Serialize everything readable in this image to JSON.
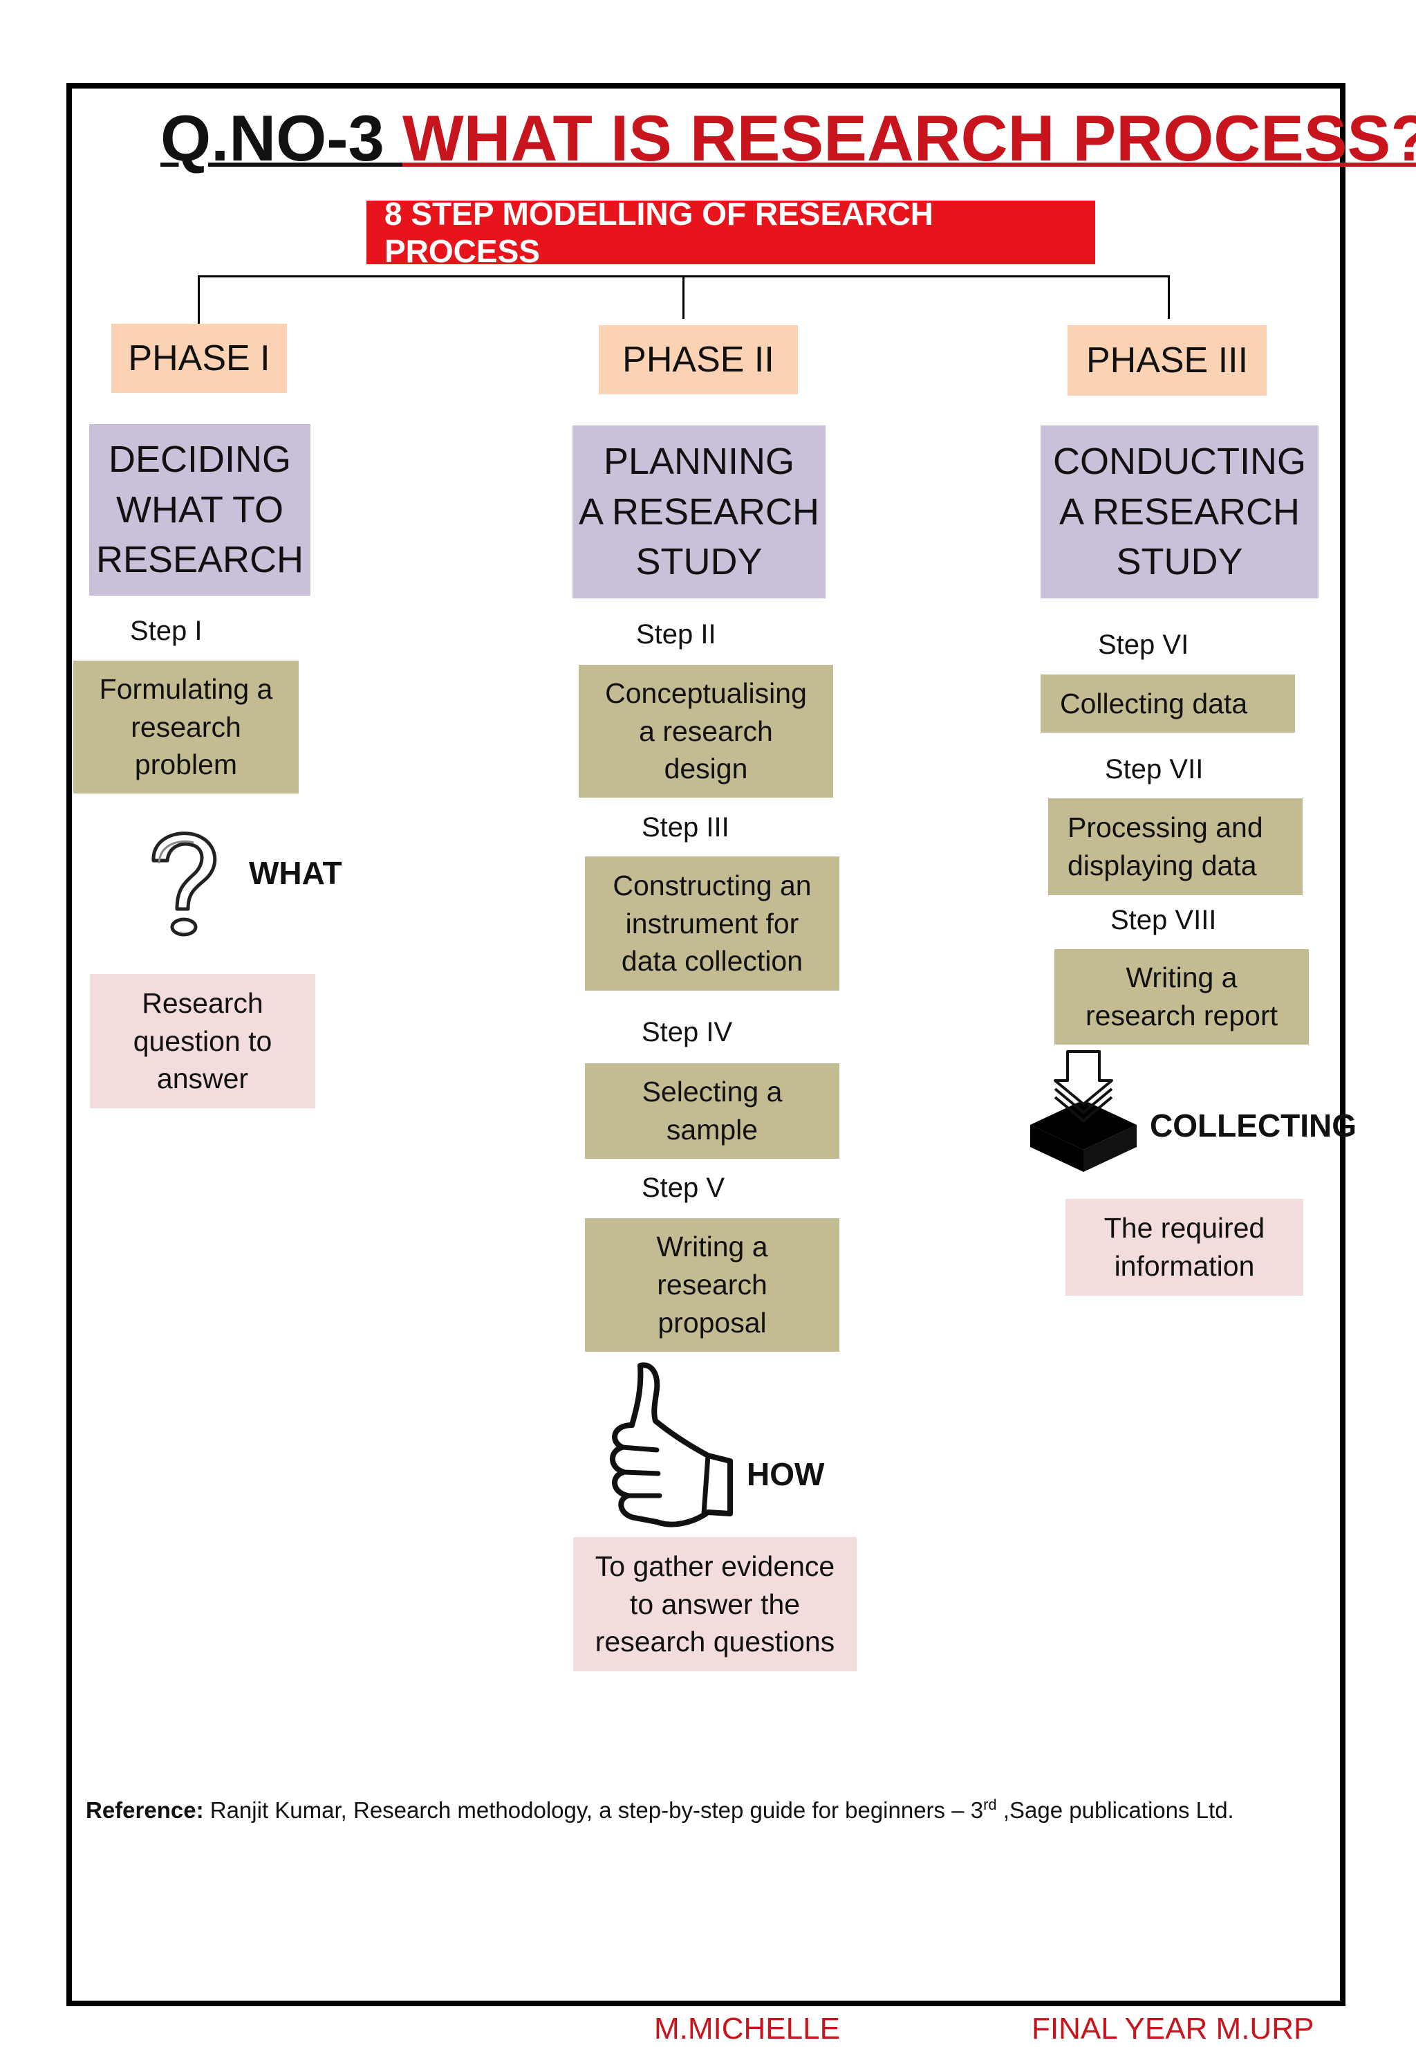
{
  "title": {
    "prefix": "Q.NO-3 ",
    "main": "WHAT IS RESEARCH PROCESS?"
  },
  "subtitle": "8 STEP MODELLING OF RESEARCH PROCESS",
  "phases": [
    {
      "label": "PHASE I",
      "stage": [
        "DECIDING",
        "WHAT TO",
        "RESEARCH"
      ],
      "steps": [
        {
          "label": "Step I",
          "text": [
            "Formulating a",
            "research",
            "problem"
          ]
        }
      ],
      "keyword": "WHAT",
      "icon": "question-mark-icon",
      "outcome": [
        "Research",
        "question to",
        "answer"
      ]
    },
    {
      "label": "PHASE II",
      "stage": [
        "PLANNING",
        "A RESEARCH",
        "STUDY"
      ],
      "steps": [
        {
          "label": "Step II",
          "text": [
            "Conceptualising",
            "a research",
            "design"
          ]
        },
        {
          "label": "Step III",
          "text": [
            "Constructing an",
            "instrument for",
            "data collection"
          ]
        },
        {
          "label": "Step IV",
          "text": [
            "Selecting a",
            "sample"
          ]
        },
        {
          "label": "Step V",
          "text": [
            "Writing a",
            "research",
            "proposal"
          ]
        }
      ],
      "keyword": "HOW",
      "icon": "thumbs-up-icon",
      "outcome": [
        "To gather evidence",
        "to answer the",
        "research questions"
      ]
    },
    {
      "label": "PHASE III",
      "stage": [
        "CONDUCTING",
        "A RESEARCH",
        "STUDY"
      ],
      "steps": [
        {
          "label": "Step VI",
          "text": [
            "Collecting data"
          ]
        },
        {
          "label": "Step VII",
          "text": [
            "Processing and",
            "displaying data"
          ]
        },
        {
          "label": "Step VIII",
          "text": [
            "Writing a",
            "research report"
          ]
        }
      ],
      "keyword": "COLLECTING",
      "icon": "collect-arrow-icon",
      "outcome": [
        "The required",
        "information"
      ]
    }
  ],
  "reference": {
    "label": "Reference:",
    "text": " Ranjit Kumar, Research methodology, a step-by-step guide for beginners – 3",
    "sup": "rd",
    "tail": " ,Sage publications Ltd."
  },
  "footer": {
    "author": "M.MICHELLE",
    "course": "FINAL YEAR M.URP"
  },
  "colors": {
    "title_red": "#c8141c",
    "banner_red": "#e8141c",
    "phase_peach": "#fbd2b4",
    "stage_lavender": "#cbc0da",
    "step_khaki": "#c3bc93",
    "outcome_pink": "#f2dcdc"
  }
}
